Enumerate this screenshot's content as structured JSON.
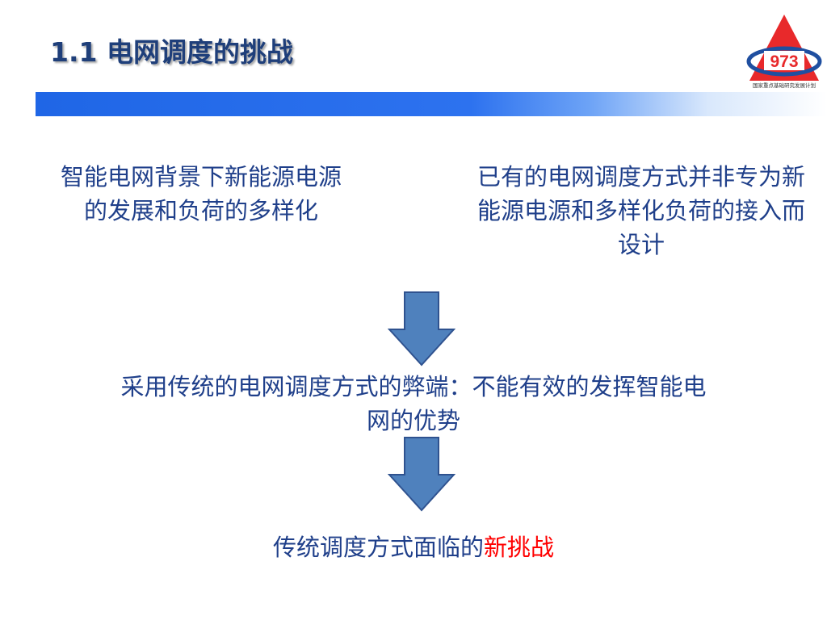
{
  "slide": {
    "title": "1.1 电网调度的挑战"
  },
  "logo": {
    "number": "973",
    "caption": "国家重点基础研究发展计划"
  },
  "content": {
    "left_text": "智能电网背景下新能源电源的发展和负荷的多样化",
    "right_text": "已有的电网调度方式并非专为新能源电源和多样化负荷的接入而设计",
    "middle_text": "采用传统的电网调度方式的弊端：不能有效的发挥智能电网的优势",
    "bottom_text_prefix": "传统调度方式面临的",
    "bottom_text_highlight": "新挑战"
  },
  "colors": {
    "title": "#1f3f7a",
    "body_text": "#1f3f8a",
    "highlight": "#ff0000",
    "band_blue": "#1f66e6",
    "arrow_fill": "#4f81bd",
    "logo_red": "#e8292b"
  }
}
